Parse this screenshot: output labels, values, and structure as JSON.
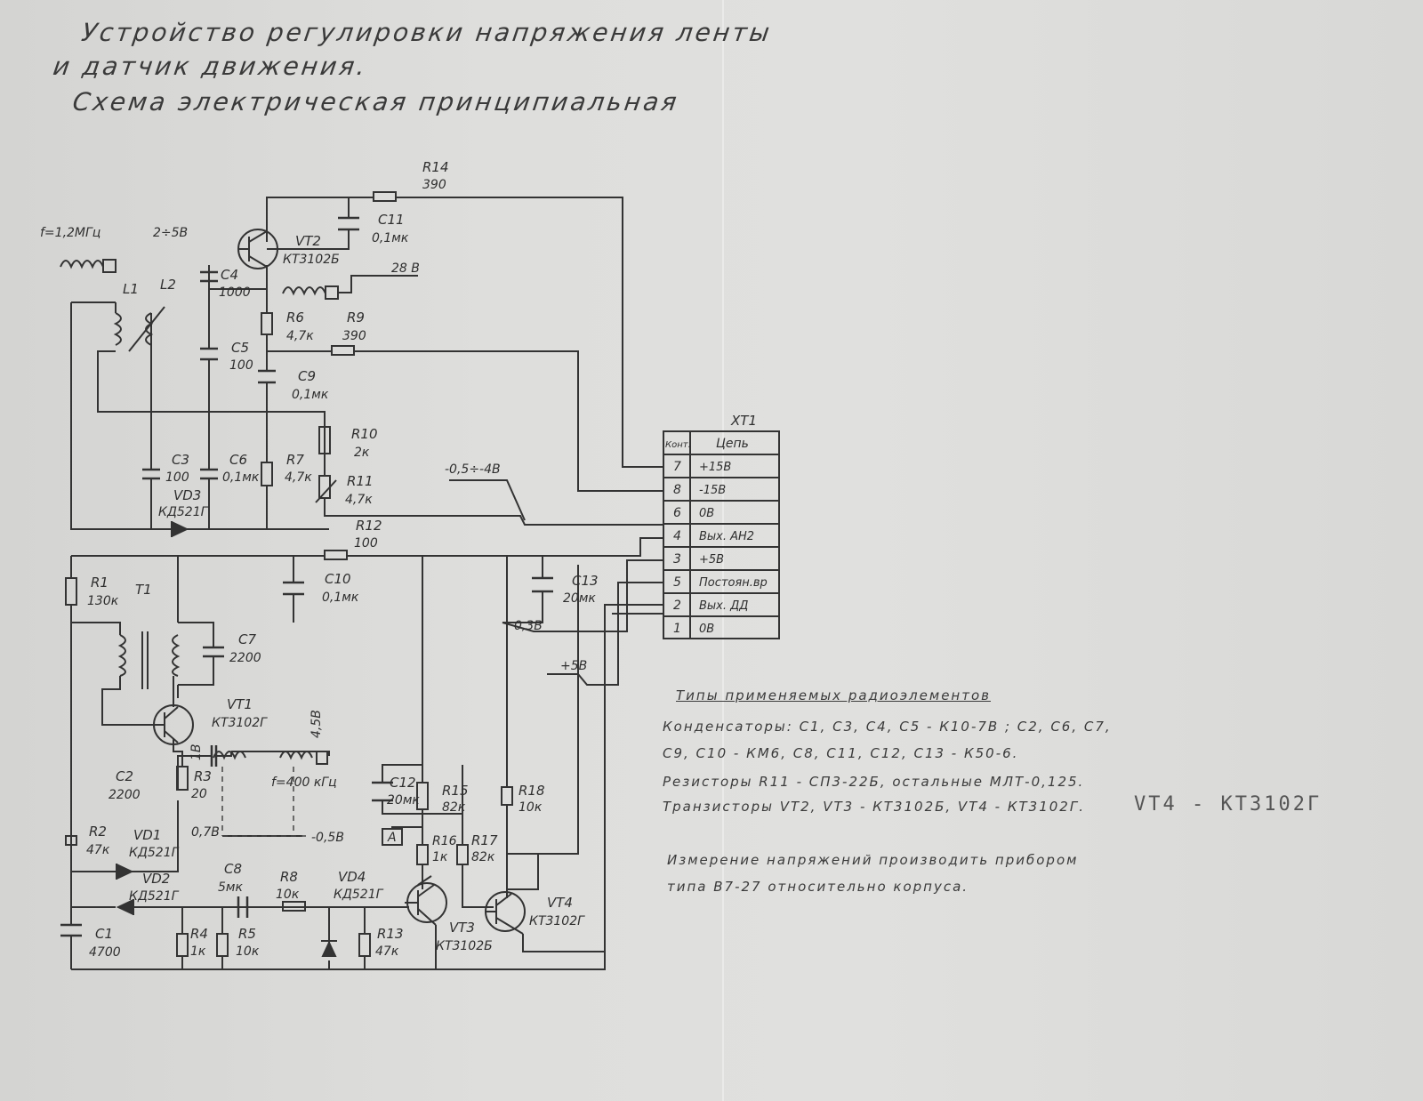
{
  "title": {
    "line1": "Устройство регулировки напряжения ленты",
    "line2": "и датчик движения.",
    "line3": "Схема электрическая принципиальная"
  },
  "components": {
    "R14": {
      "name": "R14",
      "value": "390"
    },
    "C11": {
      "name": "C11",
      "value": "0,1мк"
    },
    "VT2": {
      "name": "VT2",
      "value": "КТ3102Б"
    },
    "C4": {
      "name": "C4",
      "value": "1000"
    },
    "L1": {
      "name": "L1"
    },
    "L2": {
      "name": "L2"
    },
    "freq1": "f=1,2МГц",
    "v25": "2÷5В",
    "v28": "28 В",
    "R6": {
      "name": "R6",
      "value": "4,7к"
    },
    "R9": {
      "name": "R9",
      "value": "390"
    },
    "C5": {
      "name": "C5",
      "value": "100"
    },
    "C9": {
      "name": "C9",
      "value": "0,1мк"
    },
    "R10": {
      "name": "R10",
      "value": "2к"
    },
    "R7": {
      "name": "R7",
      "value": "4,7к"
    },
    "R11": {
      "name": "R11",
      "value": "4,7к"
    },
    "C3": {
      "name": "C3",
      "value": "100"
    },
    "C6": {
      "name": "C6",
      "value": "0,1мк"
    },
    "VD3": {
      "name": "VD3",
      "value": "КД521Г"
    },
    "vRange": "-0,5÷-4В",
    "R12": {
      "name": "R12",
      "value": "100"
    },
    "R1": {
      "name": "R1",
      "value": "130к"
    },
    "T1": {
      "name": "T1"
    },
    "C10": {
      "name": "C10",
      "value": "0,1мк"
    },
    "C13": {
      "name": "C13",
      "value": "20мк"
    },
    "C7": {
      "name": "C7",
      "value": "2200"
    },
    "VT1": {
      "name": "VT1",
      "value": "КТ3102Г"
    },
    "v45": "4,5В",
    "C2": {
      "name": "C2",
      "value": "2200"
    },
    "R3": {
      "name": "R3",
      "value": "20"
    },
    "v1": "1В",
    "freq2": "f=400 кГц",
    "v07": "0,7В",
    "vm05": "-0,5В",
    "v03": "0,3В",
    "v5": "+5В",
    "C12": {
      "name": "C12",
      "value": "20мк"
    },
    "R15": {
      "name": "R15",
      "value": "82к"
    },
    "R18": {
      "name": "R18",
      "value": "10к"
    },
    "R2": {
      "name": "R2",
      "value": "47к"
    },
    "VD1": {
      "name": "VD1",
      "value": "КД521Г"
    },
    "VD2": {
      "name": "VD2",
      "value": "КД521Г"
    },
    "A": "А",
    "R16": {
      "name": "R16",
      "value": "1к"
    },
    "R17": {
      "name": "R17",
      "value": "82к"
    },
    "C8": {
      "name": "C8",
      "value": "5мк"
    },
    "R8": {
      "name": "R8",
      "value": "10к"
    },
    "VD4": {
      "name": "VD4",
      "value": "КД521Г"
    },
    "C1": {
      "name": "C1",
      "value": "4700"
    },
    "R4": {
      "name": "R4",
      "value": "1к"
    },
    "R5": {
      "name": "R5",
      "value": "10к"
    },
    "R13": {
      "name": "R13",
      "value": "47к"
    },
    "VT3": {
      "name": "VT3",
      "value": "КТ3102Б"
    },
    "VT4": {
      "name": "VT4",
      "value": "КТ3102Г"
    }
  },
  "connector": {
    "name": "XT1",
    "header": {
      "pin": "Конт.",
      "circuit": "Цепь"
    },
    "rows": [
      {
        "pin": "7",
        "circuit": "+15В"
      },
      {
        "pin": "8",
        "circuit": "-15В"
      },
      {
        "pin": "6",
        "circuit": "0В"
      },
      {
        "pin": "4",
        "circuit": "Вых. АН2"
      },
      {
        "pin": "3",
        "circuit": "+5В"
      },
      {
        "pin": "5",
        "circuit": "Постоян.вр"
      },
      {
        "pin": "2",
        "circuit": "Вых. ДД"
      },
      {
        "pin": "1",
        "circuit": "0В"
      }
    ]
  },
  "notes": {
    "heading": "Типы применяемых радиоэлементов",
    "capacitors1": "Конденсаторы: С1, С3, С4, С5 - К10-7В ; С2, С6, С7,",
    "capacitors2": "С9, С10 - КМ6, С8, С11, С12, С13 - К50-6.",
    "resistors": "Резисторы R11 - СП3-22Б, остальные МЛТ-0,125.",
    "transistors": "Транзисторы VT2, VT3 - КТ3102Б, VT4 - КТ3102Г.",
    "handwritten": "VТ4 - КТ3102Г",
    "measure1": "Измерение напряжений производить прибором",
    "measure2": "типа В7-27 относительно корпуса."
  }
}
